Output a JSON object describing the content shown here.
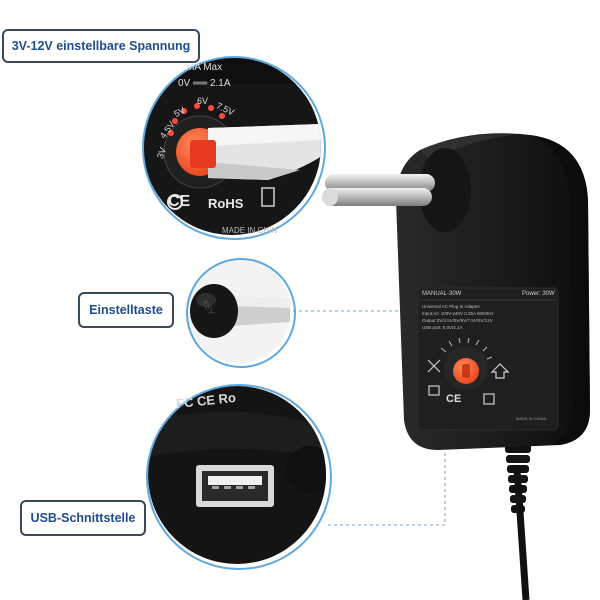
{
  "callouts": {
    "voltage": "3V-12V einstellbare Spannung",
    "key": "Einstelltaste",
    "usb": "USB-Schnittstelle"
  },
  "zoom_top": {
    "rating_line1": "mA Max",
    "rating_line2": "0V ══ 2.1A",
    "dial_labels": [
      "3V",
      "4.5V",
      "5V",
      "6V",
      "7.5V"
    ],
    "ce": "CE",
    "rohs": "RoHS",
    "made_in": "MADE IN CHIN"
  },
  "zoom_middle": {
    "key_text": "KEY"
  },
  "zoom_bottom": {
    "marks": "FC  CE  Ro"
  },
  "adapter_label": {
    "model": "MANUAL-30W",
    "power": "Power: 30W",
    "line1": "Universal AC Plug-in Adapter",
    "line2": "Input:AC 100V-240V 0.25A 50/60Hz",
    "line3": "Output:3V/4.5V/5V/6V/7.5V/9V/12V",
    "line4": "USB port: 5.0V/2.1A",
    "made": "MADE IN CHINA",
    "ce": "CE"
  },
  "colors": {
    "callout_text": "#1f4e8c",
    "callout_border": "#3a4a5a",
    "circle_border": "#5fa8e0",
    "dial_orange": "#ff5a2c",
    "body_black": "#1b1b1b"
  }
}
